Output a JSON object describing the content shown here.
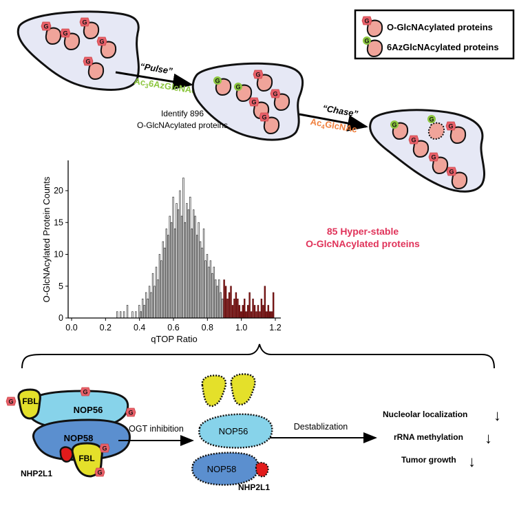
{
  "legend": {
    "items": [
      {
        "label": "O-GlcNAcylated proteins",
        "tag_color": "#e8606a"
      },
      {
        "label": "6AzGlcNAcylated proteins",
        "tag_color": "#8cc63f"
      }
    ]
  },
  "workflow": {
    "pulse_label": "“Pulse”",
    "pulse_reagent": {
      "prefix": "Ac",
      "sub": "3",
      "suffix": "6AzGlcNAc"
    },
    "chase_label": "“Chase”",
    "chase_reagent": {
      "prefix": "Ac",
      "sub": "4",
      "suffix": "GlcNAc"
    },
    "identify_line1": "Identify 896",
    "identify_line2": "O-GlcNAcylated proteins",
    "glyco_tag": "G"
  },
  "colors": {
    "pulse_green": "#8cc63f",
    "chase_orange": "#f07f3c",
    "hyperstable_red": "#e0335a",
    "cell_fill": "#e6e8f5",
    "protein_fill": "#f0a49a",
    "bar_gray": "#ffffff",
    "bar_red": "#8b1a1a",
    "nop56": "#87d3ea",
    "nop58": "#5b8fcf",
    "fbl": "#e4e02a",
    "nhp2l1": "#e11b1b"
  },
  "hyperstable": {
    "line1": "85 Hyper-stable",
    "line2": "O-GlcNAcylated proteins"
  },
  "chart_data": {
    "type": "bar",
    "xlabel": "qTOP Ratio",
    "ylabel": "O-GlcNAcylated Protein Counts",
    "xlim": [
      0.0,
      1.2
    ],
    "ylim": [
      0,
      24
    ],
    "xticks": [
      "0.0",
      "0.2",
      "0.4",
      "0.6",
      "0.8",
      "1.0",
      "1.2"
    ],
    "yticks": [
      "0",
      "5",
      "10",
      "15",
      "20"
    ],
    "threshold": 0.9,
    "bin_width": 0.01,
    "x": [
      0.27,
      0.29,
      0.31,
      0.33,
      0.36,
      0.38,
      0.4,
      0.41,
      0.42,
      0.43,
      0.44,
      0.45,
      0.46,
      0.47,
      0.48,
      0.49,
      0.5,
      0.51,
      0.52,
      0.53,
      0.54,
      0.55,
      0.56,
      0.57,
      0.58,
      0.59,
      0.6,
      0.61,
      0.62,
      0.63,
      0.64,
      0.65,
      0.66,
      0.67,
      0.68,
      0.69,
      0.7,
      0.71,
      0.72,
      0.73,
      0.74,
      0.75,
      0.76,
      0.77,
      0.78,
      0.79,
      0.8,
      0.81,
      0.82,
      0.83,
      0.84,
      0.85,
      0.86,
      0.87,
      0.88,
      0.89,
      0.9,
      0.91,
      0.92,
      0.93,
      0.94,
      0.95,
      0.96,
      0.97,
      0.98,
      0.99,
      1.0,
      1.01,
      1.02,
      1.03,
      1.04,
      1.05,
      1.06,
      1.07,
      1.08,
      1.09,
      1.1,
      1.11,
      1.12,
      1.13,
      1.14,
      1.15,
      1.16,
      1.17,
      1.18,
      1.19
    ],
    "values": [
      1,
      1,
      1,
      2,
      1,
      1,
      2,
      1,
      3,
      2,
      4,
      3,
      5,
      4,
      7,
      5,
      8,
      6,
      10,
      9,
      12,
      11,
      14,
      13,
      16,
      15,
      19,
      14,
      18,
      17,
      20,
      16,
      22,
      15,
      18,
      17,
      19,
      14,
      17,
      16,
      13,
      15,
      12,
      11,
      14,
      9,
      10,
      8,
      9,
      7,
      8,
      6,
      5,
      6,
      4,
      3,
      6,
      5,
      3,
      4,
      5,
      2,
      3,
      4,
      3,
      2,
      1,
      2,
      3,
      1,
      2,
      4,
      1,
      3,
      2,
      1,
      2,
      1,
      3,
      2,
      5,
      1,
      2,
      1,
      1,
      4
    ],
    "series": [
      {
        "name": "",
        "range": "below threshold",
        "color": "#ffffff"
      },
      {
        "name": "",
        "range": "hyper-stable",
        "color": "#8b1a1a"
      }
    ]
  },
  "complex": {
    "fbl": "FBL",
    "nop56": "NOP56",
    "nop58": "NOP58",
    "nhp2l1": "NHP2L1",
    "ogt_label": "OGT inhibition",
    "destab_label": "Destablization",
    "outcomes": [
      {
        "label": "Nucleolar localization",
        "arrow": "↓"
      },
      {
        "label": "rRNA methylation",
        "arrow": "↓"
      },
      {
        "label": "Tumor growth",
        "arrow": "↓"
      }
    ]
  }
}
